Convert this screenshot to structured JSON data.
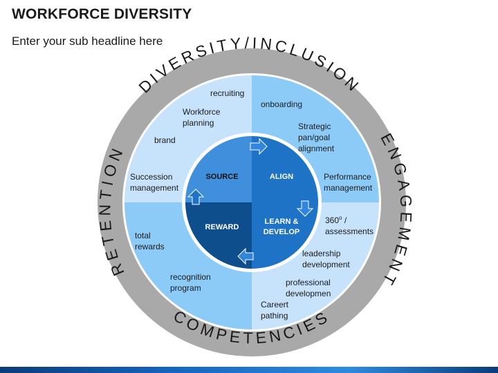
{
  "header": {
    "title": "WORKFORCE DIVERSITY",
    "subtitle": "Enter your sub headline here"
  },
  "ring_labels": {
    "top": "DIVERSITY/INCLUSION",
    "right": "ENGAGEMENT",
    "bottom": "COMPETENCIES",
    "left": "RETENTION"
  },
  "quadrants": {
    "top_left": {
      "items": [
        "recruiting",
        "Workforce planning",
        "brand",
        "Succession management"
      ]
    },
    "top_right": {
      "items": [
        "onboarding",
        "Strategic pan/goal alignment",
        "Performance management"
      ]
    },
    "bottom_right": {
      "items": [
        "360o / assessments",
        "leadership development",
        "professional developmen",
        "Careert pathing"
      ]
    },
    "bottom_left": {
      "items": [
        "total rewards",
        "recognition program"
      ]
    }
  },
  "center": {
    "source": "SOURCE",
    "align": "ALIGN",
    "learn_line1": "LEARN &",
    "learn_line2": "DEVELOP",
    "reward": "REWARD"
  },
  "text": {
    "recruiting": "recruiting",
    "workforce_1": "Workforce",
    "workforce_2": "planning",
    "brand": "brand",
    "succession_1": "Succession",
    "succession_2": "management",
    "onboarding": "onboarding",
    "strategic_1": "Strategic",
    "strategic_2": "pan/goal",
    "strategic_3": "alignment",
    "performance_1": "Performance",
    "performance_2": "management",
    "assess_num": "360",
    "assess_sup": "o",
    "assess_rest": " /",
    "assess_2": "assessments",
    "leadership_1": "leadership",
    "leadership_2": "development",
    "professional_1": "professional",
    "professional_2": "developmen",
    "career_1": "Careert",
    "career_2": "pathing",
    "total_1": "total",
    "total_2": "rewards",
    "recognition_1": "recognition",
    "recognition_2": "program"
  },
  "colors": {
    "ring": "#a9a9a9",
    "quadrant_light": "#c6e3fb",
    "quadrant_mid": "#8ccbf8",
    "center_light": "#3f8fdc",
    "center_mid": "#1f73c7",
    "center_dark": "#0f4e8c",
    "arrow": "#2f86dc"
  }
}
